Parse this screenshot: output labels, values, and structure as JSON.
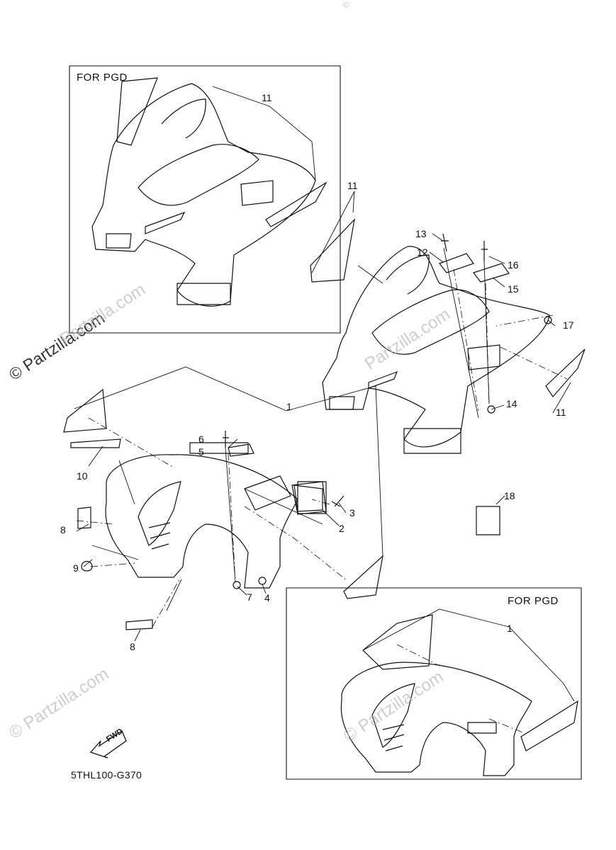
{
  "box_labels": {
    "upper_left": "FOR PGD",
    "lower_right": "FOR PGD"
  },
  "callouts": {
    "c1a": "1",
    "c1b": "1",
    "c2": "2",
    "c3": "3",
    "c4": "4",
    "c5": "5",
    "c6": "6",
    "c7": "7",
    "c8a": "8",
    "c8b": "8",
    "c9": "9",
    "c10": "10",
    "c11a": "11",
    "c11b": "11",
    "c11c": "11",
    "c12": "12",
    "c13": "13",
    "c14": "14",
    "c15": "15",
    "c16": "16",
    "c17": "17",
    "c18": "18"
  },
  "fwd_label": "FWD",
  "part_code": "5THL100-G370",
  "watermark": "© Partzilla.com",
  "watermark_short": "Partzilla.com",
  "copyright_mark": "©"
}
